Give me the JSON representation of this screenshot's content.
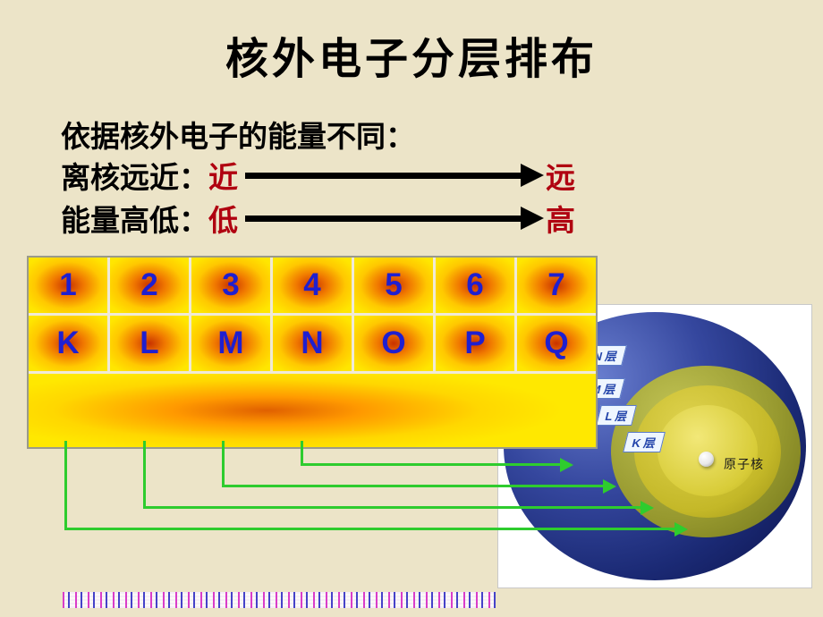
{
  "slide": {
    "title": "核外电子分层排布",
    "intro": "依据核外电子的能量不同：",
    "distance_line": {
      "label": "离核远近：",
      "near": "近",
      "far": "远"
    },
    "energy_line": {
      "label": "能量高低：",
      "low": "低",
      "high": "高"
    }
  },
  "shell_table": {
    "numbers": [
      "1",
      "2",
      "3",
      "4",
      "5",
      "6",
      "7"
    ],
    "letters": [
      "K",
      "L",
      "M",
      "N",
      "O",
      "P",
      "Q"
    ]
  },
  "atom_diagram": {
    "shell_labels": [
      "N 层",
      "M 层",
      "L 层",
      "K 层"
    ],
    "nucleus_label": "原子核"
  },
  "colors": {
    "background": "#ece4c8",
    "accent_red": "#b00010",
    "cell_text_blue": "#1f1fd0",
    "connector_green": "#2ecc2e",
    "cell_orange": "#f07800",
    "cell_yellow": "#ffe600"
  }
}
